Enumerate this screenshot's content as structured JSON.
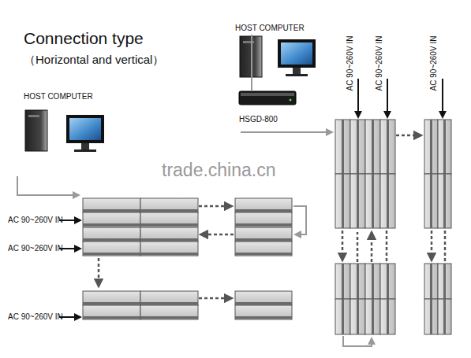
{
  "diagram": {
    "title": "Connection type",
    "nodes": [
      {
        "text": [
          "HOST COMPUTER"
        ]
      },
      {
        "text": [
          "HOST COMPUTER"
        ]
      },
      {
        "text": [
          "HSGD-800"
        ]
      }
    ],
    "edges": [
      {
        "from": 1,
        "to": 2,
        "arrow": "none"
      }
    ],
    "labels": [
      "（Horizontal and vertical）",
      "AC 90~260V IN",
      "AC 90~260V IN",
      "AC 90~260V IN",
      "AC 90~260V IN",
      "AC 90~260V IN",
      "AC 90~260V IN",
      "trade.china.cn"
    ]
  }
}
